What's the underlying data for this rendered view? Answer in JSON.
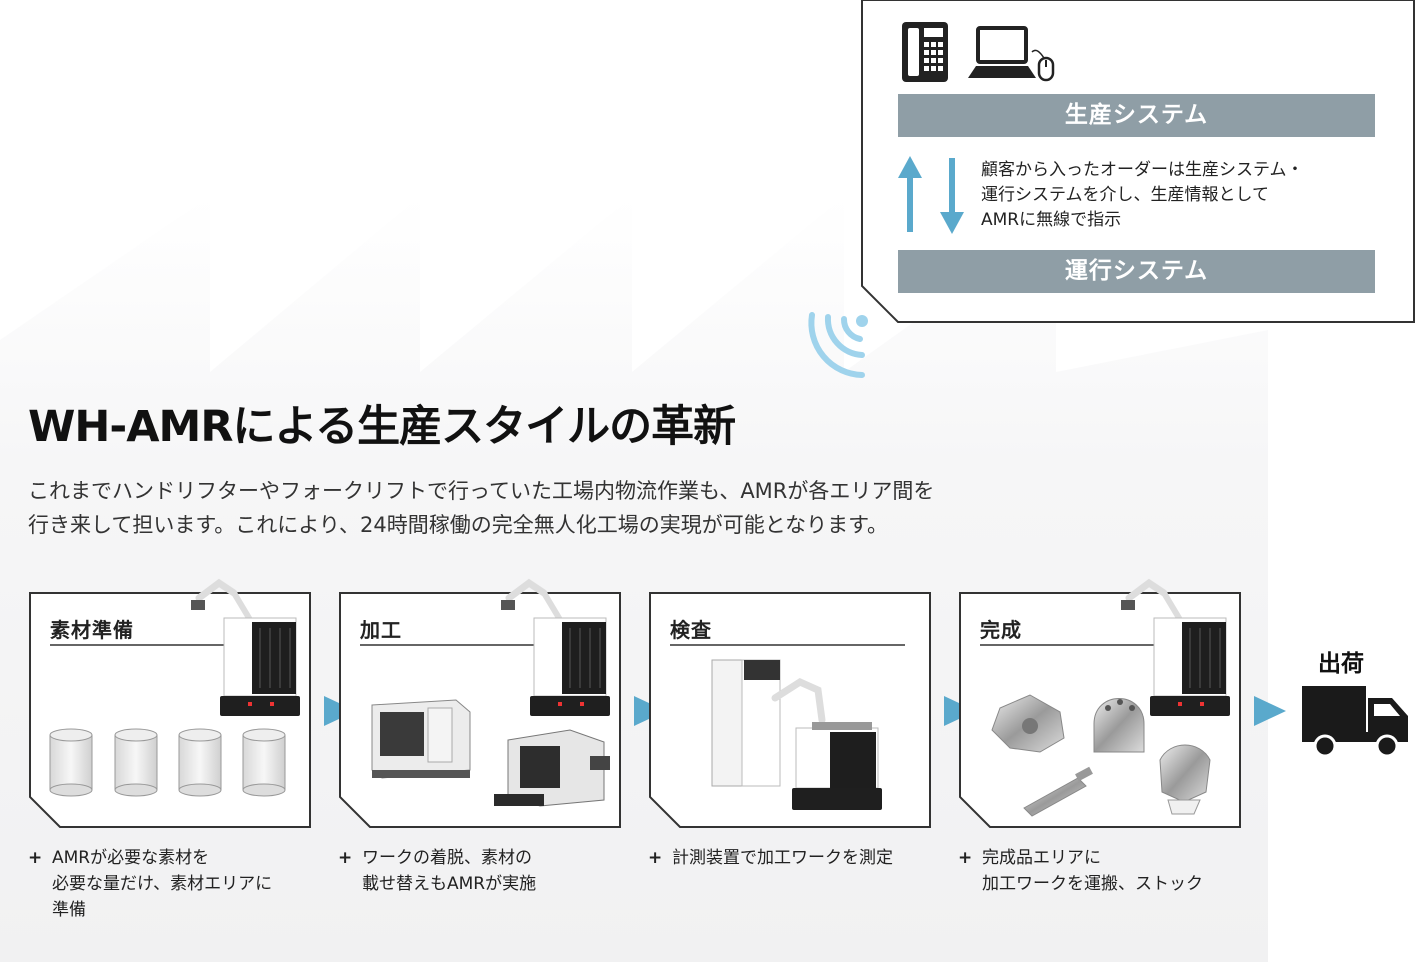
{
  "system": {
    "production_label": "生産システム",
    "operation_label": "運行システム",
    "description_lines": [
      "顧客から入ったオーダーは生産システム・",
      "運行システムを介し、生産情報として",
      "AMRに無線で指示"
    ],
    "icons": [
      "telephone-icon",
      "laptop-icon",
      "mouse-icon"
    ]
  },
  "title": "WH-AMRによる生産スタイルの革新",
  "lead_lines": [
    "これまでハンドリフターやフォークリフトで行っていた工場内物流作業も、AMRが各エリア間を",
    "行き来して担います。これにより、24時間稼働の完全無人化工場の実現が可能となります。"
  ],
  "steps": [
    {
      "title": "素材準備",
      "note_lines": [
        "AMRが必要な素材を",
        "必要な量だけ、素材エリアに",
        "準備"
      ]
    },
    {
      "title": "加工",
      "note_lines": [
        "ワークの着脱、素材の",
        "載せ替えもAMRが実施"
      ]
    },
    {
      "title": "検査",
      "note_lines": [
        "計測装置で加工ワークを測定"
      ]
    },
    {
      "title": "完成",
      "note_lines": [
        "完成品エリアに",
        "加工ワークを運搬、ストック"
      ]
    }
  ],
  "ship_label": "出荷",
  "note_marker": "+",
  "colors": {
    "bar": "#8f9ea6",
    "arrow": "#5aa9cc",
    "wifi": "#9fd3ec"
  }
}
